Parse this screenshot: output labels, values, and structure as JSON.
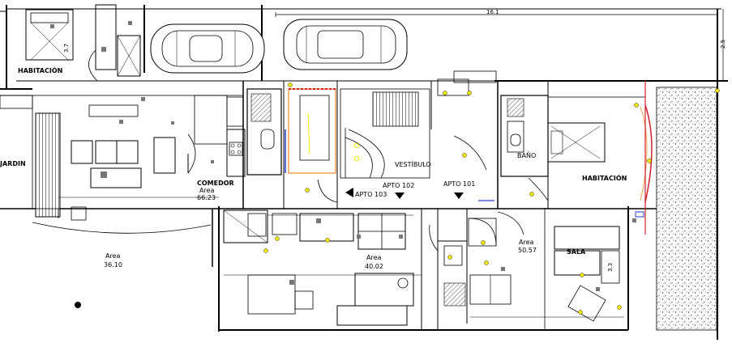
{
  "plan": {
    "rooms": {
      "habitacion_left": "HABITACIÓN",
      "jardin": "JARDIN",
      "comedor": "COMEDOR",
      "comedor_area_label": "Area",
      "comedor_area": "66.23",
      "vestibulo": "VESTÍBULO",
      "bano": "BAÑO",
      "habitacion_right": "HABITACIÓN",
      "sala": "SALA"
    },
    "apartments": {
      "apto_103": "APTO 103",
      "apto_102": "APTO 102",
      "apto_101": "APTO 101"
    },
    "areas": {
      "area_label": "Area",
      "left": "36.10",
      "center": "40.02",
      "right": "50.57"
    },
    "dimensions": {
      "top_width": "16.1",
      "right_height": "2.5",
      "left_small": "3.7",
      "sala_side": "3.3"
    },
    "colors": {
      "wall": "#000000",
      "fixture_yellow": "#f5e800",
      "accent_red": "#d0202a",
      "accent_orange": "#f0a050",
      "accent_blue": "#2040d0",
      "hatch": "#777777"
    }
  }
}
